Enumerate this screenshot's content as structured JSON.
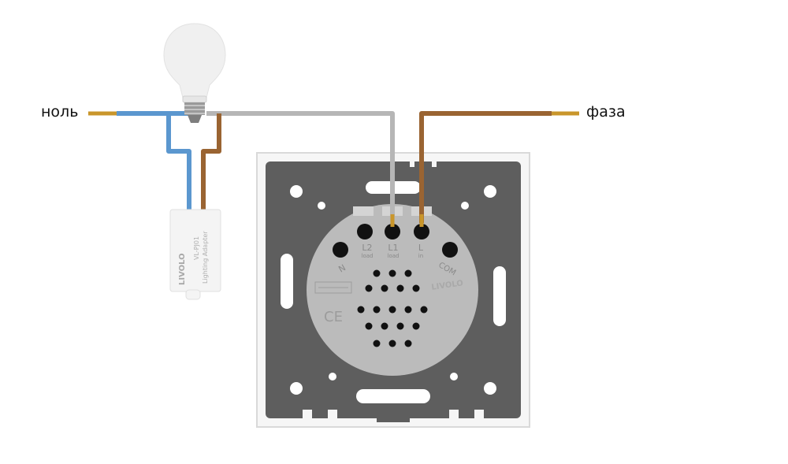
{
  "labels": {
    "neutral": "ноль",
    "phase": "фаза"
  },
  "adapter": {
    "brand": "LIVOLO",
    "model": "VL-PJ01",
    "name": "Lighting Adapter"
  },
  "switch": {
    "brand": "LIVOLO",
    "terminals": [
      {
        "code": "L2",
        "sub": "load"
      },
      {
        "code": "L1",
        "sub": "load"
      },
      {
        "code": "L",
        "sub": "in"
      }
    ],
    "side_left": "N",
    "side_right": "COM",
    "mark": "CE"
  },
  "colors": {
    "neutral_wire": "#5b97cf",
    "phase_wire": "#9a6432",
    "load_wire": "#b6b6b6",
    "copper": "#c9962b",
    "plate": "#5e5e5e",
    "module": "#b9b9b9"
  }
}
